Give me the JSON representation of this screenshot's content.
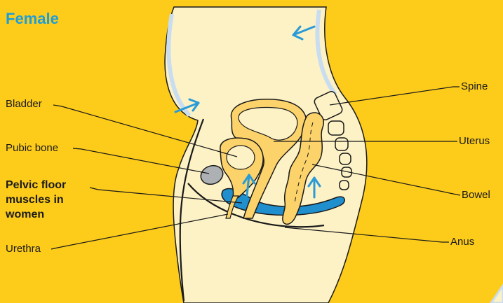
{
  "title": "Female",
  "labels": {
    "bladder": "Bladder",
    "pubic_bone": "Pubic bone",
    "pelvic_floor_line1": "Pelvic floor",
    "pelvic_floor_line2": "muscles in",
    "pelvic_floor_line3": "women",
    "urethra": "Urethra",
    "spine": "Spine",
    "uterus": "Uterus",
    "bowel": "Bowel",
    "anus": "Anus"
  },
  "colors": {
    "background": "#FDCB1A",
    "title": "#1E9ED8",
    "body": "#FDF2C6",
    "organ": "#FCD36A",
    "muscle": "#1F8FCE",
    "arrow": "#2A9BD7",
    "bone_grey": "#AEB1B4",
    "skin_edge": "#C9DDF0"
  },
  "icons": [
    "arrow-left-icon",
    "arrow-right-icon",
    "arrow-up-icon"
  ]
}
